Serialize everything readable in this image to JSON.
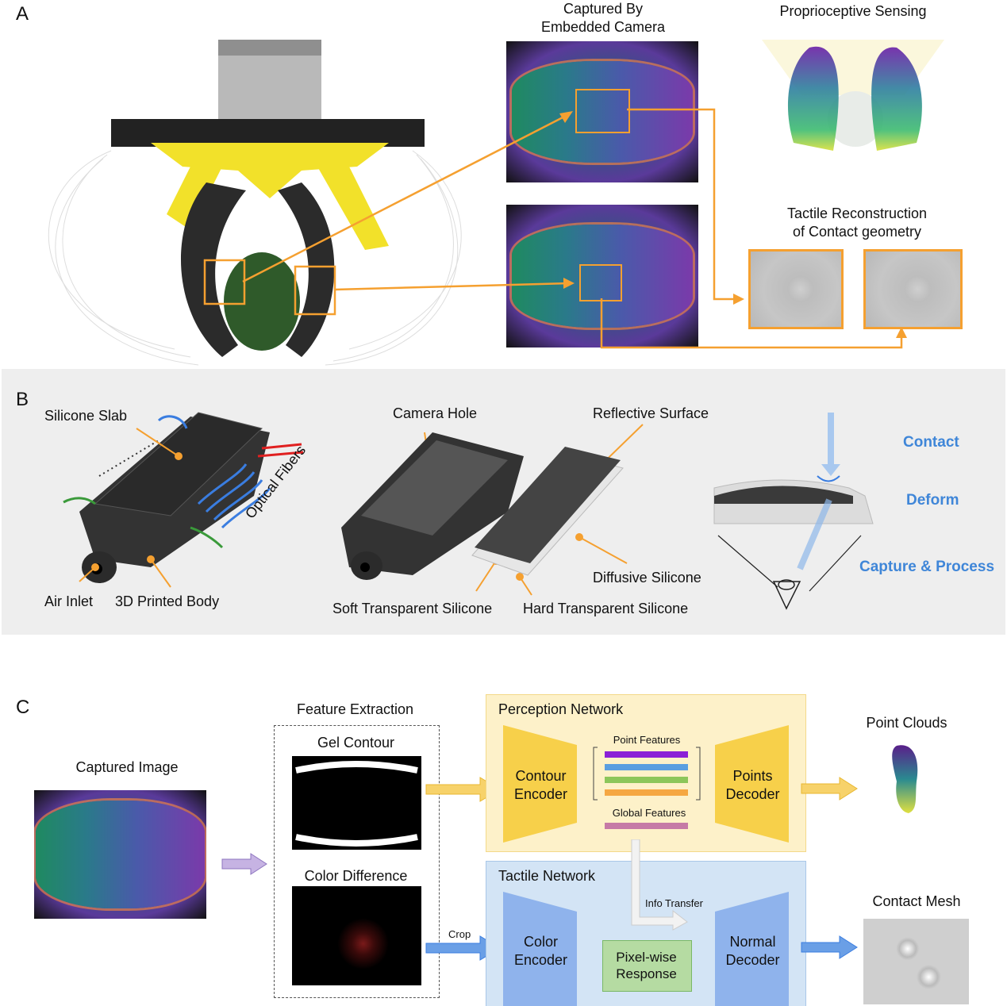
{
  "panel_a": {
    "letter": "A",
    "captured_title_1": "Captured By",
    "captured_title_2": "Embedded Camera",
    "proprio_title": "Proprioceptive Sensing",
    "tactile_title_1": "Tactile Reconstruction",
    "tactile_title_2": "of Contact geometry"
  },
  "panel_b": {
    "letter": "B",
    "silicone_slab": "Silicone Slab",
    "optical_fibers": "Optical Fibers",
    "air_inlet": "Air Inlet",
    "printed_body": "3D Printed Body",
    "camera_hole": "Camera Hole",
    "reflective_surface": "Reflective Surface",
    "diffusive_silicone": "Diffusive Silicone",
    "soft_transparent": "Soft Transparent Silicone",
    "hard_transparent": "Hard Transparent Silicone",
    "contact": "Contact",
    "deform": "Deform",
    "capture_process": "Capture & Process"
  },
  "panel_c": {
    "letter": "C",
    "captured_image": "Captured Image",
    "feature_extraction": "Feature Extraction",
    "gel_contour": "Gel Contour",
    "color_difference": "Color Difference",
    "crop": "Crop",
    "perception_network": "Perception Network",
    "contour_encoder_1": "Contour",
    "contour_encoder_2": "Encoder",
    "point_features": "Point Features",
    "global_features": "Global Features",
    "points_decoder_1": "Points",
    "points_decoder_2": "Decoder",
    "point_clouds": "Point Clouds",
    "tactile_network": "Tactile Network",
    "info_transfer": "Info Transfer",
    "color_encoder_1": "Color",
    "color_encoder_2": "Encoder",
    "pixelwise_1": "Pixel-wise",
    "pixelwise_2": "Response",
    "normal_decoder_1": "Normal",
    "normal_decoder_2": "Decoder",
    "contact_mesh": "Contact Mesh"
  },
  "colors": {
    "accent_orange": "#f5a030",
    "blue_label": "#3f86d8",
    "feature_bars": [
      "#8b1fd6",
      "#5a9ee0",
      "#8cc65a",
      "#f5a742"
    ],
    "global_bar": "#c67aa6"
  }
}
